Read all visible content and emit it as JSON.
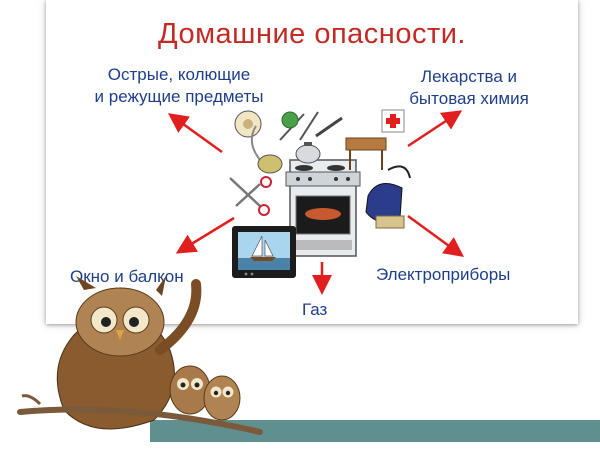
{
  "title": "Домашние опасности.",
  "labels": {
    "sharp_line1": "Острые, колющие",
    "sharp_line2": "и режущие предметы",
    "meds_line1": "Лекарства и",
    "meds_line2": "бытовая химия",
    "window": "Окно и балкон",
    "electro": "Электроприборы",
    "gas": "Газ"
  },
  "colors": {
    "title": "#c42a24",
    "labels": "#1e3e8a",
    "arrows": "#e21f1f",
    "strip": "#5f8f8f"
  }
}
